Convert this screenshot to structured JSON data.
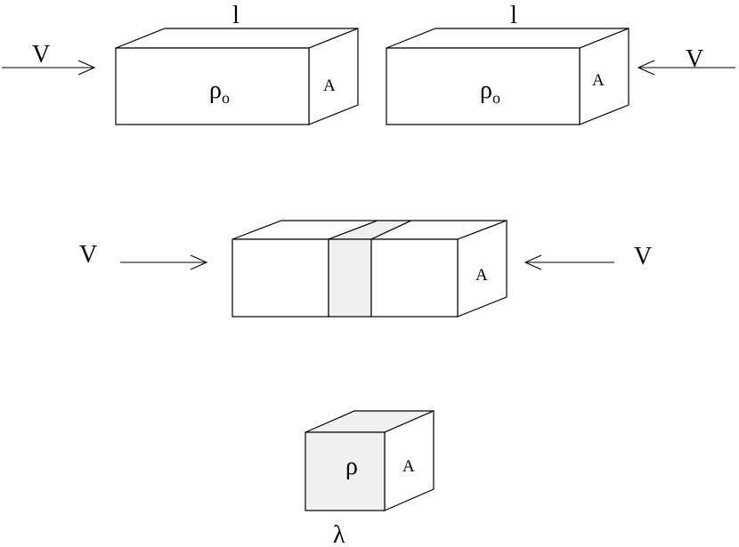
{
  "labels": {
    "length_left": "l",
    "length_right": "l",
    "velocity": "V",
    "area": "A",
    "initial_density_symbol": "ρ",
    "initial_density_subscript": "o",
    "final_density": "ρ",
    "final_width": "λ"
  },
  "colors": {
    "line": "#000000",
    "compressed_fill": "#f0f0f0",
    "background": "#ffffff"
  }
}
